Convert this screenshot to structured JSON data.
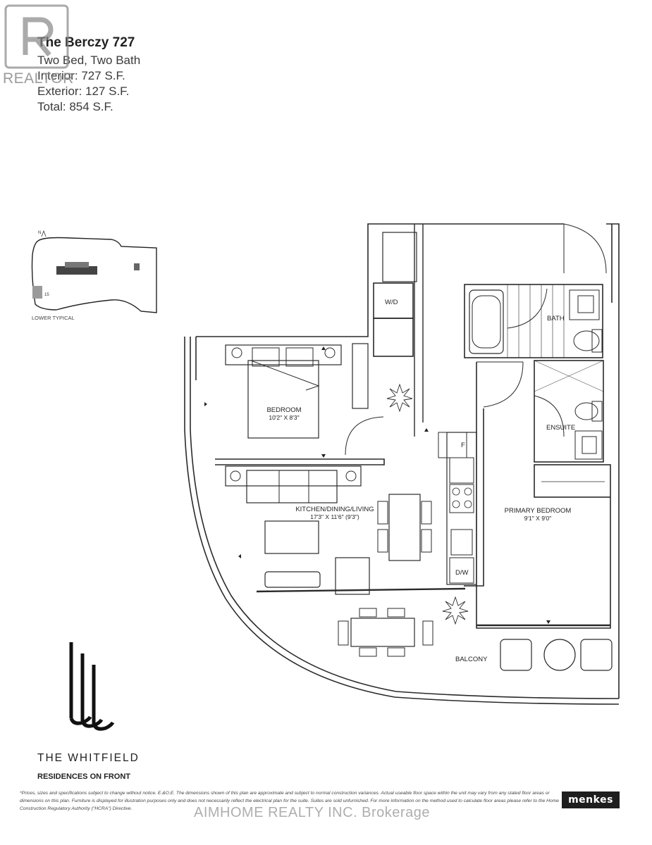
{
  "header": {
    "title": "The Berczy 727",
    "lines": [
      "Two Bed, Two Bath",
      "Interior: 727 S.F.",
      "Exterior: 127 S.F.",
      "Total: 854 S.F."
    ]
  },
  "watermarks": {
    "realtor": "REALTOR",
    "brokerage": "AIMHOME REALTY INC. Brokerage"
  },
  "key_plan": {
    "caption": "LOWER TYPICAL",
    "north": "N",
    "unit": "15"
  },
  "rooms": {
    "bedroom": {
      "name": "BEDROOM",
      "dims": "10'2\" X 8'3\""
    },
    "kitchen": {
      "name": "KITCHEN/DINING/LIVING",
      "dims": "17'3\" X 11'6\" (9'3\")"
    },
    "primary": {
      "name": "PRIMARY BEDROOM",
      "dims": "9'1\" X 9'0\""
    },
    "bath": "BATH",
    "ensuite": "ENSUITE",
    "wd": "W/D",
    "fridge": "F",
    "dw": "D/W",
    "balcony": "BALCONY"
  },
  "brand": {
    "name": "THE WHITFIELD",
    "subtitle": "RESIDENCES ON FRONT",
    "developer": "menkes"
  },
  "disclaimer": "*Prices, sizes and specifications subject to change without notice. E.&O.E. The dimensions shown of this plan are approximate and subject to normal construction variances. Actual useable floor space within the unit may vary from any stated floor areas or dimensions on this plan. Furniture is displayed for illustration purposes only and does not necessarily reflect the electrical plan for the suite. Suites are sold unfurnished. For more information on the method used to calculate floor areas please refer to the Home Construction Regulatory Authority (\"HCRA\") Directive."
}
